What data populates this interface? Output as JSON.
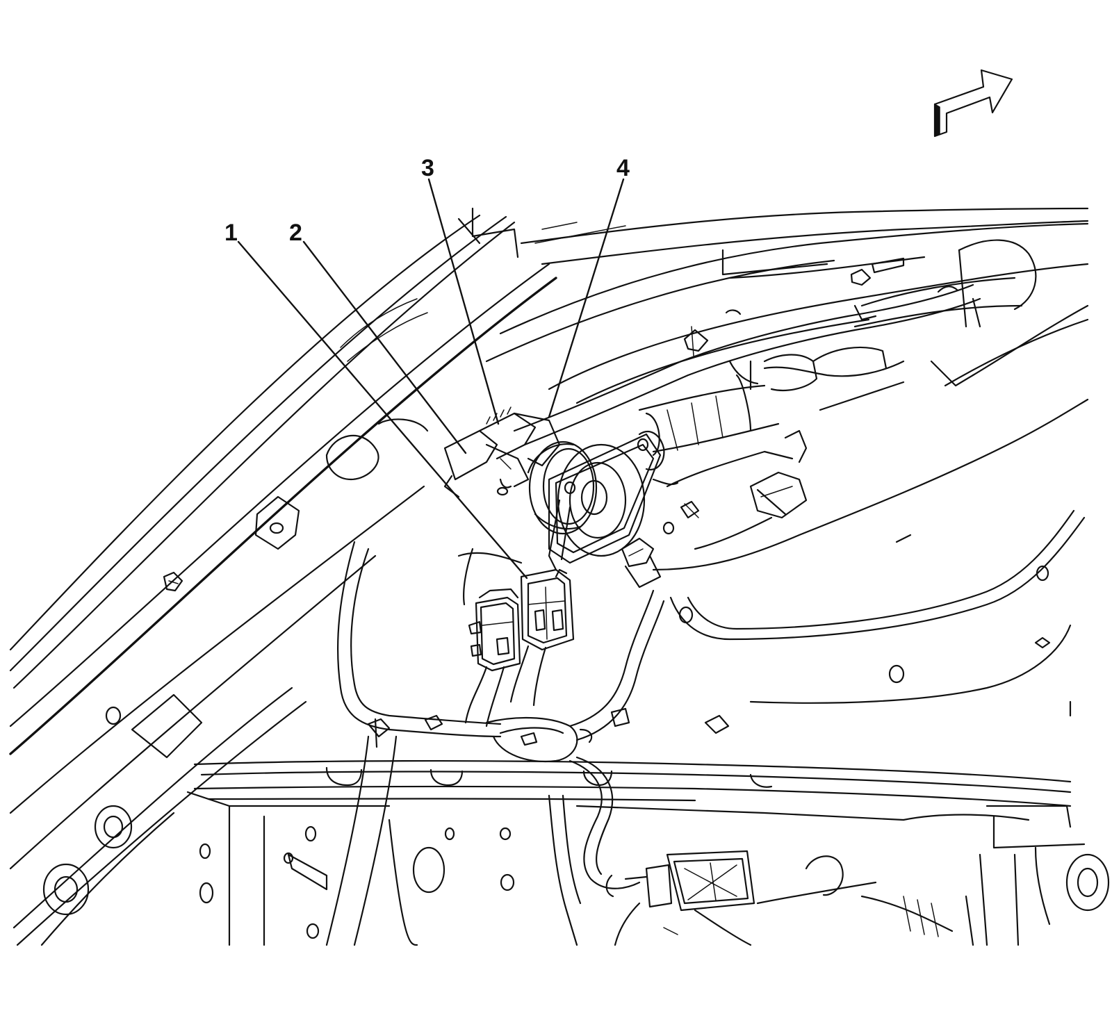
{
  "diagram": {
    "callouts": [
      {
        "id": "1",
        "label": "1"
      },
      {
        "id": "2",
        "label": "2"
      },
      {
        "id": "3",
        "label": "3"
      },
      {
        "id": "4",
        "label": "4"
      }
    ],
    "icons": {
      "orientation_arrow": "orientation-arrow-icon"
    }
  }
}
